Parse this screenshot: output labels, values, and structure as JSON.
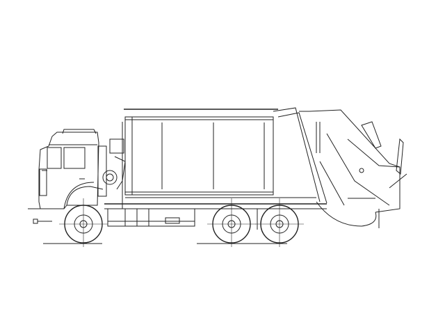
{
  "drawing": {
    "subject": "garbage-truck-side-elevation",
    "line_color": "#222222",
    "background": "#ffffff",
    "axles": 3,
    "body_panels": 4
  }
}
